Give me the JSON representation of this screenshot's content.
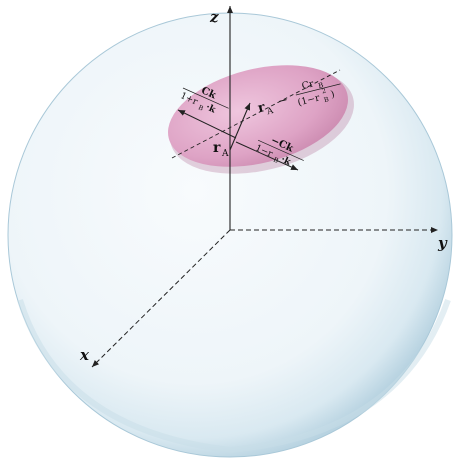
{
  "axes": {
    "z": "z",
    "y": "y",
    "x": "x"
  },
  "labels": {
    "r_a": {
      "main": "r",
      "sub": "A"
    },
    "formula_top": {
      "lead": "r",
      "lead_sub": "A",
      "minus": "−",
      "num": "Cr",
      "num_sub": "B",
      "den": "(1−r",
      "den_sup": "2",
      "den_sub": "B",
      "den_close": ")"
    },
    "formula_left": {
      "num": "Ck",
      "den": "1+r",
      "den_sub": "B",
      "den_tail": "·k"
    },
    "formula_right": {
      "num": "−Ck",
      "den": "1−r",
      "den_sub": "B",
      "den_tail": "·k"
    }
  },
  "colors": {
    "sphere_fill": "#eaf3f8",
    "sphere_edge": "#b9d4e2",
    "ellipse_fill": "#d99bbf",
    "axis": "#222222"
  }
}
